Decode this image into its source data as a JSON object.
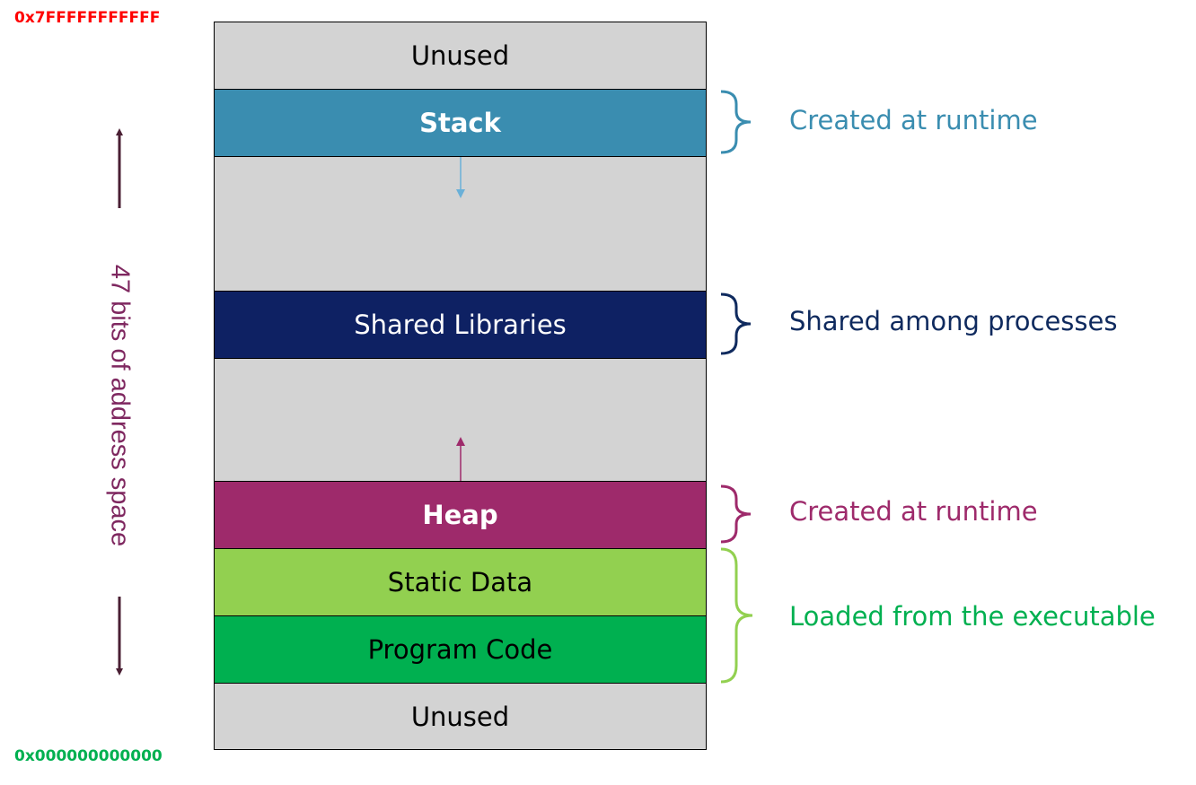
{
  "addresses": {
    "top": "0x7FFFFFFFFFFF",
    "bottom": "0x000000000000"
  },
  "axis_label": "47 bits of address space",
  "segments": [
    {
      "label": "Unused"
    },
    {
      "label": "Stack"
    },
    {
      "label": ""
    },
    {
      "label": "Shared Libraries"
    },
    {
      "label": ""
    },
    {
      "label": "Heap"
    },
    {
      "label": "Static Data"
    },
    {
      "label": "Program Code"
    },
    {
      "label": "Unused"
    }
  ],
  "annotations": [
    {
      "text": "Created at runtime",
      "color": "#3a8db0"
    },
    {
      "text": "Shared among processes",
      "color": "#0f2a5e"
    },
    {
      "text": "Created at runtime",
      "color": "#9e2a6b"
    },
    {
      "text": "Loaded from the executable",
      "color": "#00b050"
    }
  ],
  "colors": {
    "unused": "#d3d3d3",
    "stack": "#3a8db0",
    "shared_libraries": "#0e2163",
    "heap": "#9e2a6b",
    "static_data": "#92d050",
    "program_code": "#00b050",
    "axis_arrow": "#4a1f33",
    "stack_arrow": "#6ab0d8",
    "heap_arrow": "#9e2a6b",
    "loaded_brace": "#92d050"
  }
}
